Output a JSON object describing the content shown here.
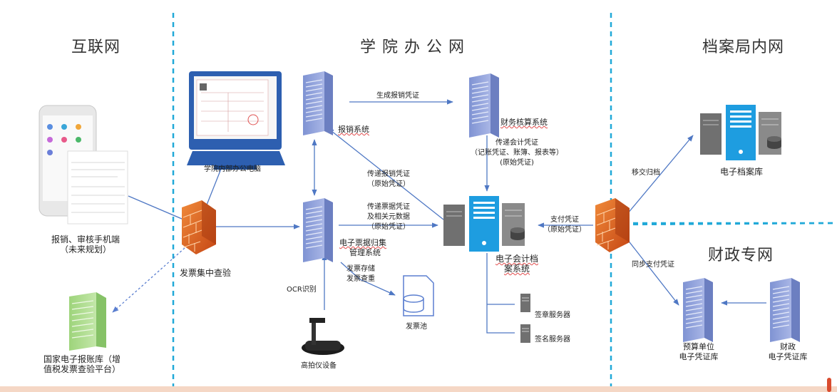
{
  "zones": {
    "internet": "互联网",
    "college": "学 院 办 公 网",
    "archive_intranet": "档案局内网",
    "finance_net": "财政专网"
  },
  "nodes": {
    "phone": {
      "line1": "报销、审核手机端",
      "line2": "（未来规划）",
      "icon": "smartphone-icon"
    },
    "national_db": {
      "line1": "国家电子报账库（增",
      "line2": "值税发票查验平台）",
      "icon": "server-icon"
    },
    "firewall_left": {
      "label": "发票集中查验",
      "icon": "firewall-icon"
    },
    "office_pc": {
      "label": "学院内部办公电脑",
      "icon": "monitor-icon"
    },
    "reimbursement": {
      "label": "报销系统",
      "icon": "server-icon"
    },
    "invoice_system": {
      "line1": "电子票据归集",
      "line2": "管理系统",
      "icon": "server-icon"
    },
    "accounting": {
      "label": "财务核算系统",
      "icon": "server-icon"
    },
    "archive_system": {
      "line1": "电子会计档",
      "line2": "案系统",
      "icon": "server-group-icon"
    },
    "invoice_pool": {
      "label": "发票池",
      "icon": "database-icon"
    },
    "scanner": {
      "label": "高拍仪设备",
      "icon": "document-camera-icon"
    },
    "stamp_server": {
      "label": "签章服务器",
      "icon": "small-server-icon"
    },
    "sign_server": {
      "label": "签名服务器",
      "icon": "small-server-icon"
    },
    "firewall_right": {
      "icon": "firewall-icon"
    },
    "e_archive": {
      "label": "电子档案库",
      "icon": "server-group-icon"
    },
    "budget_unit": {
      "line1": "预算单位",
      "line2": "电子凭证库",
      "icon": "server-icon"
    },
    "finance_lib": {
      "line1": "财政",
      "line2": "电子凭证库",
      "icon": "server-icon"
    }
  },
  "edges": {
    "gen_voucher": "生成报销凭证",
    "pass_acct": "传递会计凭证",
    "pass_acct_sub": "（记账凭证、账簿、报表等）",
    "orig_voucher": "(原始凭证)",
    "pass_reimb": "传递报销凭证",
    "orig_voucher2": "（原始凭证）",
    "pass_invoice": "传递票据凭证",
    "pass_invoice_sub": "及相关元数据",
    "orig_voucher3": "（原始凭证）",
    "pay_voucher": "支付凭证",
    "pay_voucher_sub": "（原始凭证）",
    "transfer_archive": "移交归档",
    "sync_pay": "同步支付凭证",
    "invoice_store": "发票存储",
    "invoice_dedup": "发票查重",
    "ocr": "OCR识别"
  },
  "colors": {
    "divider": "#21a9d8",
    "server_blue": "#8d9fd9",
    "server_green": "#a9d98a",
    "highlight_blue": "#1e9de0",
    "arrow": "#4f78c4",
    "firewall": "#d85a1a",
    "footer": "#f5d7c5"
  }
}
